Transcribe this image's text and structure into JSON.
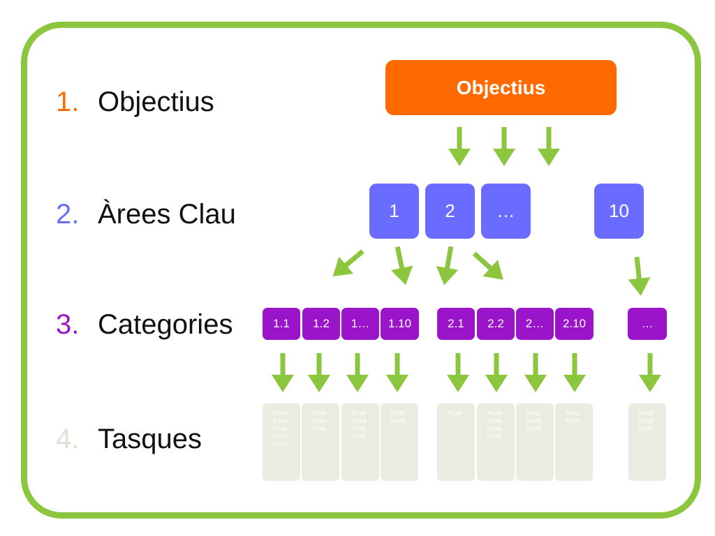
{
  "levels": [
    {
      "num": "1.",
      "label": "Objectius",
      "color": "#ff6a00"
    },
    {
      "num": "2.",
      "label": "Àrees Clau",
      "color": "#6a6bff"
    },
    {
      "num": "3.",
      "label": "Categories",
      "color": "#9a14c9"
    },
    {
      "num": "4.",
      "label": "Tasques",
      "color": "#e0ded5"
    }
  ],
  "objective": "Objectius",
  "areas": [
    "1",
    "2",
    "…",
    "10"
  ],
  "categories": [
    "1.1",
    "1.2",
    "1…",
    "1.10",
    "2.1",
    "2.2",
    "2…",
    "2.10",
    "…"
  ],
  "tasks": [
    [
      "Xxxx",
      "Xxxx",
      "Xxxx",
      "Xxxx",
      "Xxxx"
    ],
    [
      "Xxxx",
      "Xxxx",
      "Xxxx"
    ],
    [
      "Xxxx",
      "Xxxx",
      "Xxxx",
      "Xxxx"
    ],
    [
      "Xxxx",
      "Xxxx"
    ],
    [
      "Xxxx"
    ],
    [
      "Xxxx",
      "Xxxx",
      "Xxxx",
      "Xxxx"
    ],
    [
      "Xxxx",
      "Xxxx",
      "Xxxx"
    ],
    [
      "Xxxx",
      "Xxxx"
    ],
    [
      "Xxxx",
      "Xxxx",
      "Xxxx"
    ]
  ],
  "colors": {
    "frame": "#8cc63f",
    "arrow": "#8cc63f",
    "objective": "#ff6a00",
    "area": "#6a6bff",
    "category": "#9a14c9",
    "task": "#ecebe2"
  }
}
